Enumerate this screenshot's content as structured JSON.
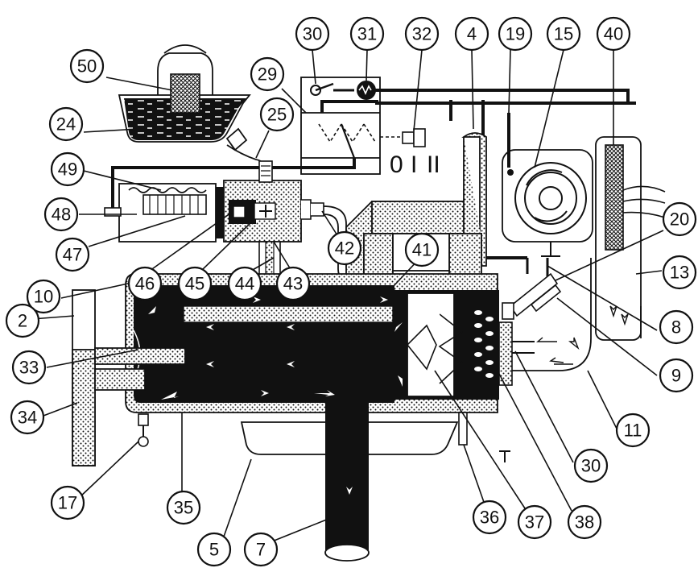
{
  "colors": {
    "ink": "#111111",
    "paper": "#ffffff"
  },
  "switch_positions": {
    "off": "0",
    "one": "I",
    "two": "II"
  },
  "callouts": [
    {
      "id": "c50",
      "label": "50"
    },
    {
      "id": "c24",
      "label": "24"
    },
    {
      "id": "c25",
      "label": "25"
    },
    {
      "id": "c29",
      "label": "29"
    },
    {
      "id": "c30a",
      "label": "30"
    },
    {
      "id": "c31",
      "label": "31"
    },
    {
      "id": "c32",
      "label": "32"
    },
    {
      "id": "c4",
      "label": "4"
    },
    {
      "id": "c19",
      "label": "19"
    },
    {
      "id": "c15",
      "label": "15"
    },
    {
      "id": "c40",
      "label": "40"
    },
    {
      "id": "c49",
      "label": "49"
    },
    {
      "id": "c48",
      "label": "48"
    },
    {
      "id": "c47",
      "label": "47"
    },
    {
      "id": "c46",
      "label": "46"
    },
    {
      "id": "c45",
      "label": "45"
    },
    {
      "id": "c44",
      "label": "44"
    },
    {
      "id": "c43",
      "label": "43"
    },
    {
      "id": "c42",
      "label": "42"
    },
    {
      "id": "c41",
      "label": "41"
    },
    {
      "id": "c20",
      "label": "20"
    },
    {
      "id": "c13",
      "label": "13"
    },
    {
      "id": "c10",
      "label": "10"
    },
    {
      "id": "c2",
      "label": "2"
    },
    {
      "id": "c8",
      "label": "8"
    },
    {
      "id": "c9",
      "label": "9"
    },
    {
      "id": "c33",
      "label": "33"
    },
    {
      "id": "c34",
      "label": "34"
    },
    {
      "id": "c11",
      "label": "11"
    },
    {
      "id": "c30b",
      "label": "30"
    },
    {
      "id": "c17",
      "label": "17"
    },
    {
      "id": "c35",
      "label": "35"
    },
    {
      "id": "c36",
      "label": "36"
    },
    {
      "id": "c37",
      "label": "37"
    },
    {
      "id": "c38",
      "label": "38"
    },
    {
      "id": "c5",
      "label": "5"
    },
    {
      "id": "c7",
      "label": "7"
    }
  ]
}
